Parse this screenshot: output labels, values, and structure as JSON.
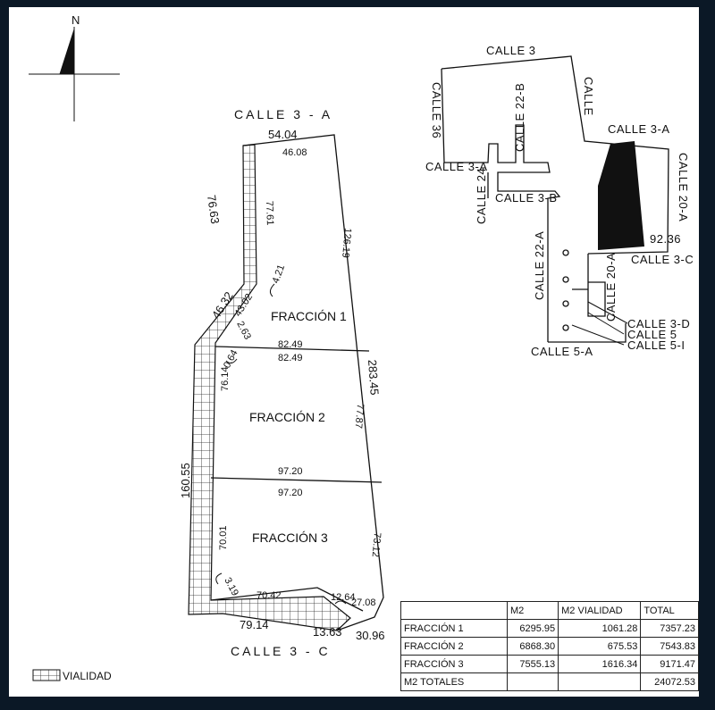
{
  "north_label": "N",
  "streets": {
    "calle_3a_top": "CALLE 3 - A",
    "calle_3c_bottom": "CALLE 3 - C",
    "key_map": {
      "calle_3": "CALLE 3",
      "calle_36": "CALLE 36",
      "calle": "CALLE",
      "calle_22b": "CALLE 22-B",
      "calle_3a_left": "CALLE 3-A",
      "calle_3a_right": "CALLE 3-A",
      "calle_24": "CALLE 24",
      "calle_3b": "CALLE 3-B",
      "calle_20a_right": "CALLE 20-A",
      "calle_22a": "CALLE 22-A",
      "calle_20a_lower": "CALLE 20-A",
      "calle_3c": "CALLE 3-C",
      "calle_3d": "CALLE 3-D",
      "calle_5": "CALLE 5",
      "calle_5i": "CALLE 5-I",
      "calle_5a": "CALLE 5-A",
      "dim_92_36": "92.36"
    }
  },
  "fractions": {
    "f1": "FRACCIÓN 1",
    "f2": "FRACCIÓN 2",
    "f3": "FRACCIÓN 3"
  },
  "dimensions": {
    "d54_04": "54.04",
    "d46_08": "46.08",
    "d76_63": "76.63",
    "d77_61": "77.61",
    "d126_19": "126.19",
    "d4_21": "4.21",
    "d46_32": "46.32",
    "d43_02": "43.02",
    "d2_63": "2.63",
    "d82_49_top": "82.49",
    "d82_49_bot": "82.49",
    "d0_64": "0.64",
    "d283_45": "283.45",
    "d76_14": "76.14",
    "d77_87": "77.87",
    "d160_55": "160.55",
    "d97_20_top": "97.20",
    "d97_20_bot": "97.20",
    "d70_01": "70.01",
    "d73_12": "73.12",
    "d3_19": "3.19",
    "d70_42": "70.42",
    "d12_64": "12.64",
    "d27_08": "27.08",
    "d79_14": "79.14",
    "d13_63": "13.63",
    "d30_96": "30.96"
  },
  "legend": {
    "label": "VIALIDAD"
  },
  "table": {
    "headers": [
      "",
      "M2",
      "M2 VIALIDAD",
      "TOTAL"
    ],
    "rows": [
      {
        "name": "FRACCIÓN 1",
        "m2": "6295.95",
        "vialidad": "1061.28",
        "total": "7357.23"
      },
      {
        "name": "FRACCIÓN 2",
        "m2": "6868.30",
        "vialidad": "675.53",
        "total": "7543.83"
      },
      {
        "name": "FRACCIÓN 3",
        "m2": "7555.13",
        "vialidad": "1616.34",
        "total": "9171.47"
      },
      {
        "name": "M2 TOTALES",
        "m2": "",
        "vialidad": "",
        "total": "24072.53"
      }
    ]
  }
}
